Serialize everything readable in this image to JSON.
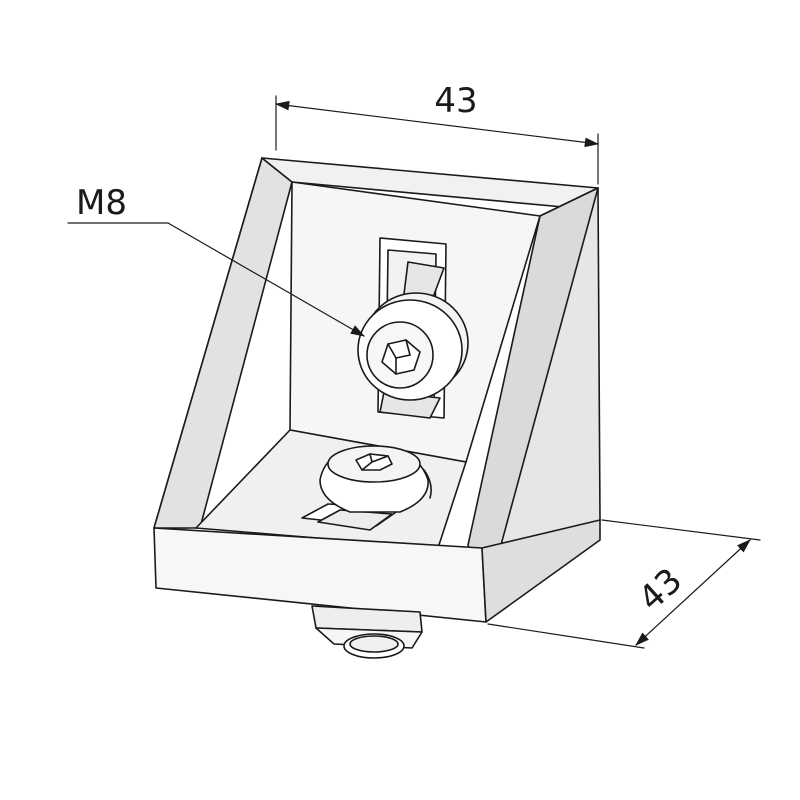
{
  "drawing": {
    "dimension_width": "43",
    "dimension_depth": "43",
    "thread_callout": "M8"
  },
  "colors": {
    "line": "#1a1a1a",
    "face_light": "#f4f4f4",
    "face_mid": "#ebebeb",
    "face_dark": "#dcdcdc",
    "background": "#ffffff"
  }
}
